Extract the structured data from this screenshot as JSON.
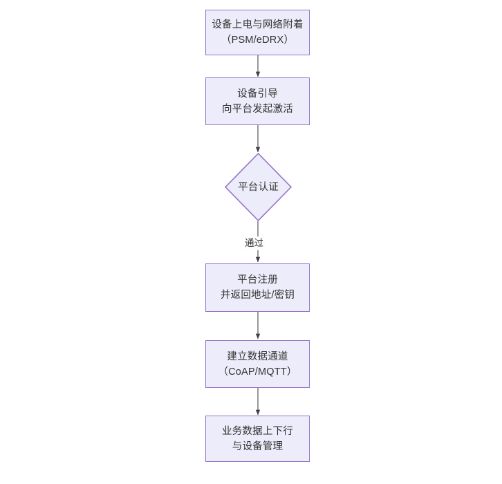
{
  "diagram": {
    "type": "flowchart",
    "orientation": "top-to-bottom",
    "background_color": "#ffffff",
    "node_fill_color": "#ececfa",
    "node_border_color": "#9673c8",
    "text_color": "#333333",
    "connector_color": "#404040",
    "nodes": [
      {
        "id": "power-on",
        "shape": "rect",
        "lines": [
          "设备上电与网络附着",
          "（PSM/eDRX）"
        ]
      },
      {
        "id": "bootstrap",
        "shape": "rect",
        "lines": [
          "设备引导",
          "向平台发起激活"
        ]
      },
      {
        "id": "platform-auth",
        "shape": "diamond",
        "lines": [
          "平台认证"
        ]
      },
      {
        "id": "platform-register",
        "shape": "rect",
        "lines": [
          "平台注册",
          "并返回地址/密钥"
        ]
      },
      {
        "id": "data-channel",
        "shape": "rect",
        "lines": [
          "建立数据通道",
          "（CoAP/MQTT）"
        ]
      },
      {
        "id": "business-data",
        "shape": "rect",
        "lines": [
          "业务数据上下行",
          "与设备管理"
        ]
      }
    ],
    "edges": [
      {
        "from": "power-on",
        "to": "bootstrap",
        "label": ""
      },
      {
        "from": "bootstrap",
        "to": "platform-auth",
        "label": ""
      },
      {
        "from": "platform-auth",
        "to": "platform-register",
        "label": "通过"
      },
      {
        "from": "platform-register",
        "to": "data-channel",
        "label": ""
      },
      {
        "from": "data-channel",
        "to": "business-data",
        "label": ""
      }
    ]
  }
}
